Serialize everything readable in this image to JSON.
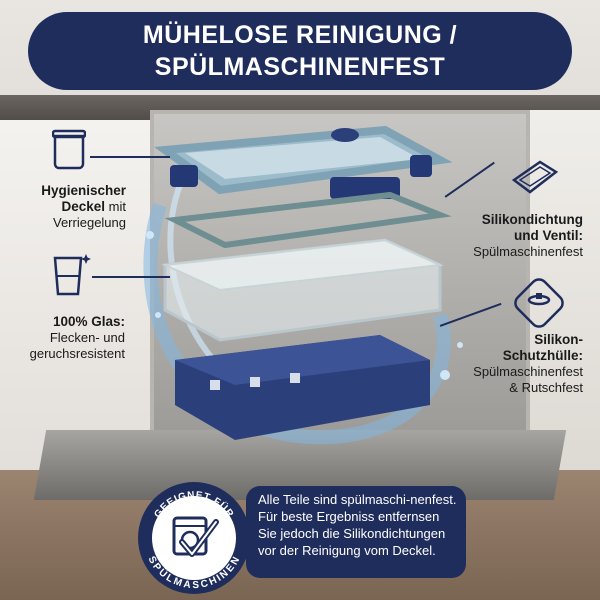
{
  "header": {
    "line1": "MÜHELOSE REINIGUNG /",
    "line2": "SPÜLMASCHINENFEST"
  },
  "features": {
    "lid": {
      "title1": "Hygienischer",
      "title2": "Deckel",
      "rest": "mit",
      "sub": "Verriegelung",
      "icon": "lid-icon"
    },
    "glass": {
      "title": "100% Glas:",
      "sub1": "Flecken- und",
      "sub2": "geruchsresistent",
      "icon": "glass-icon"
    },
    "seal": {
      "title1": "Silikondichtung",
      "title2": "und Ventil:",
      "sub": "Spülmaschinenfest",
      "icon": "container-lid-icon"
    },
    "sleeve": {
      "title1": "Silikon-",
      "title2": "Schutzhülle:",
      "sub1": "Spülmaschinenfest",
      "sub2": "& Rutschfest",
      "icon": "valve-icon"
    }
  },
  "badge": {
    "top": "GEEIGNET FÜR",
    "bottom": "SPÜLMASCHINEN",
    "icon": "dishwasher-check-icon"
  },
  "note": {
    "text": "Alle Teile sind spülmaschi-nenfest. Für beste Ergebniss entfernsen Sie jedoch die Silikondichtungen vor der Reinigung vom Deckel."
  },
  "colors": {
    "navy": "#1f2d5c",
    "lid_blue": "#8fb0bf",
    "sleeve_blue": "#2b3f7a",
    "water": "#6fa8d8"
  }
}
